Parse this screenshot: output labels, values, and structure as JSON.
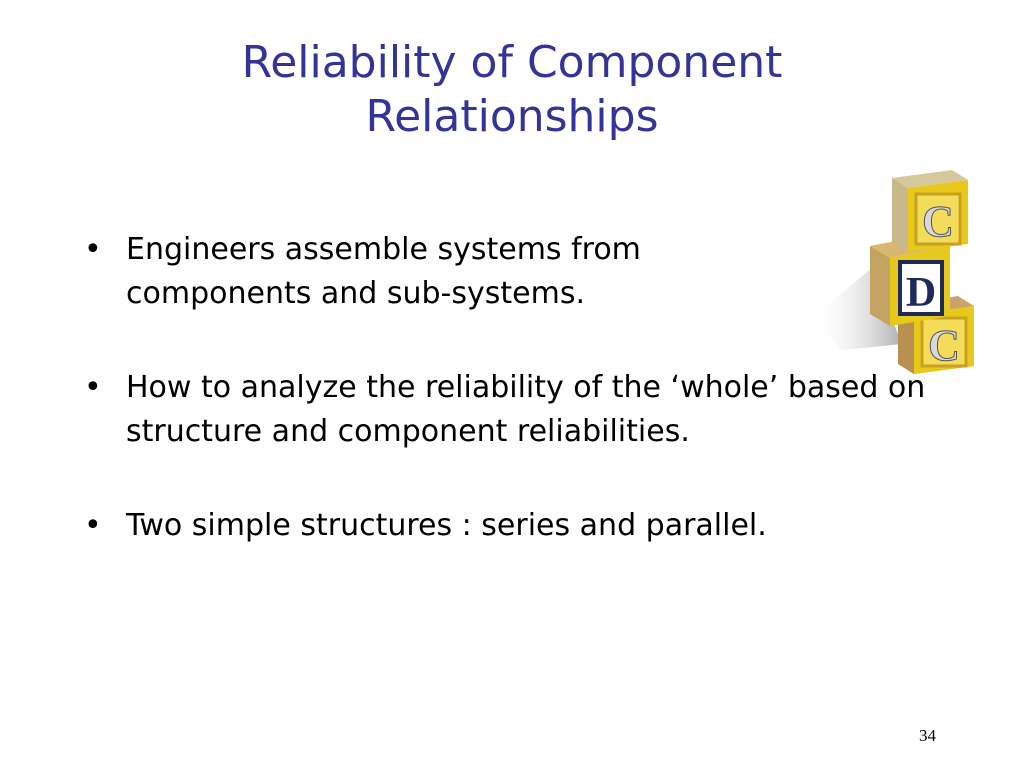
{
  "slide": {
    "title_line1": "Reliability of Component",
    "title_line2": "Relationships",
    "bullets": [
      "Engineers assemble systems from components and sub-systems.",
      "How to analyze the reliability of the ‘whole’ based on structure and component reliabilities.",
      "Two simple structures : series and parallel."
    ],
    "bullet_glyph": "•",
    "page_number": "34"
  },
  "illustration": {
    "blocks": [
      {
        "letter": "C",
        "color": "#e8c81a"
      },
      {
        "letter": "D",
        "color": "#e8c81a"
      },
      {
        "letter": "C",
        "color": "#e8c81a"
      }
    ],
    "letter_color": "#1e2a5a"
  },
  "colors": {
    "title": "#333399",
    "text": "#000000",
    "background": "#ffffff"
  }
}
